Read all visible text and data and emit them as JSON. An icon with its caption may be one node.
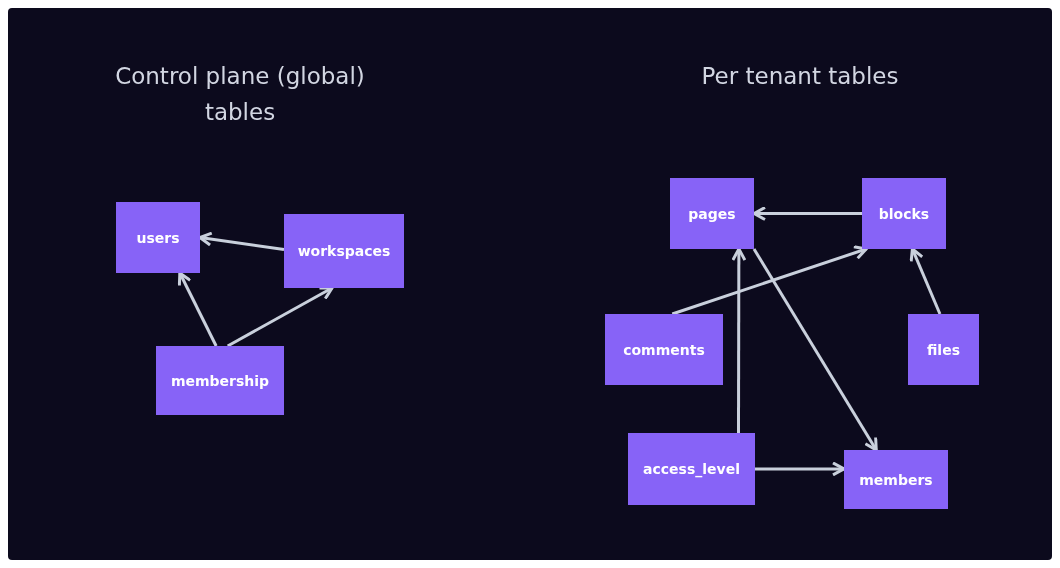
{
  "diagram": {
    "nodes": [
      {
        "text": [
          "users"
        ]
      },
      {
        "text": [
          "workspaces"
        ]
      },
      {
        "text": [
          "membership"
        ]
      },
      {
        "text": [
          "pages"
        ]
      },
      {
        "text": [
          "blocks"
        ]
      },
      {
        "text": [
          "comments"
        ]
      },
      {
        "text": [
          "files"
        ]
      },
      {
        "text": [
          "access_level"
        ]
      },
      {
        "text": [
          "members"
        ]
      }
    ],
    "edges": [
      {
        "from": 1,
        "to": 0,
        "arrow": "to"
      },
      {
        "from": 2,
        "to": 0,
        "arrow": "to"
      },
      {
        "from": 2,
        "to": 1,
        "arrow": "to"
      },
      {
        "from": 4,
        "to": 3,
        "arrow": "to"
      },
      {
        "from": 5,
        "to": 4,
        "arrow": "to"
      },
      {
        "from": 6,
        "to": 4,
        "arrow": "to"
      },
      {
        "from": 7,
        "to": 3,
        "arrow": "to"
      },
      {
        "from": 3,
        "to": 8,
        "arrow": "to"
      },
      {
        "from": 7,
        "to": 8,
        "arrow": "to"
      }
    ],
    "labels": [
      "Control plane (global) tables",
      "Per tenant tables"
    ]
  }
}
